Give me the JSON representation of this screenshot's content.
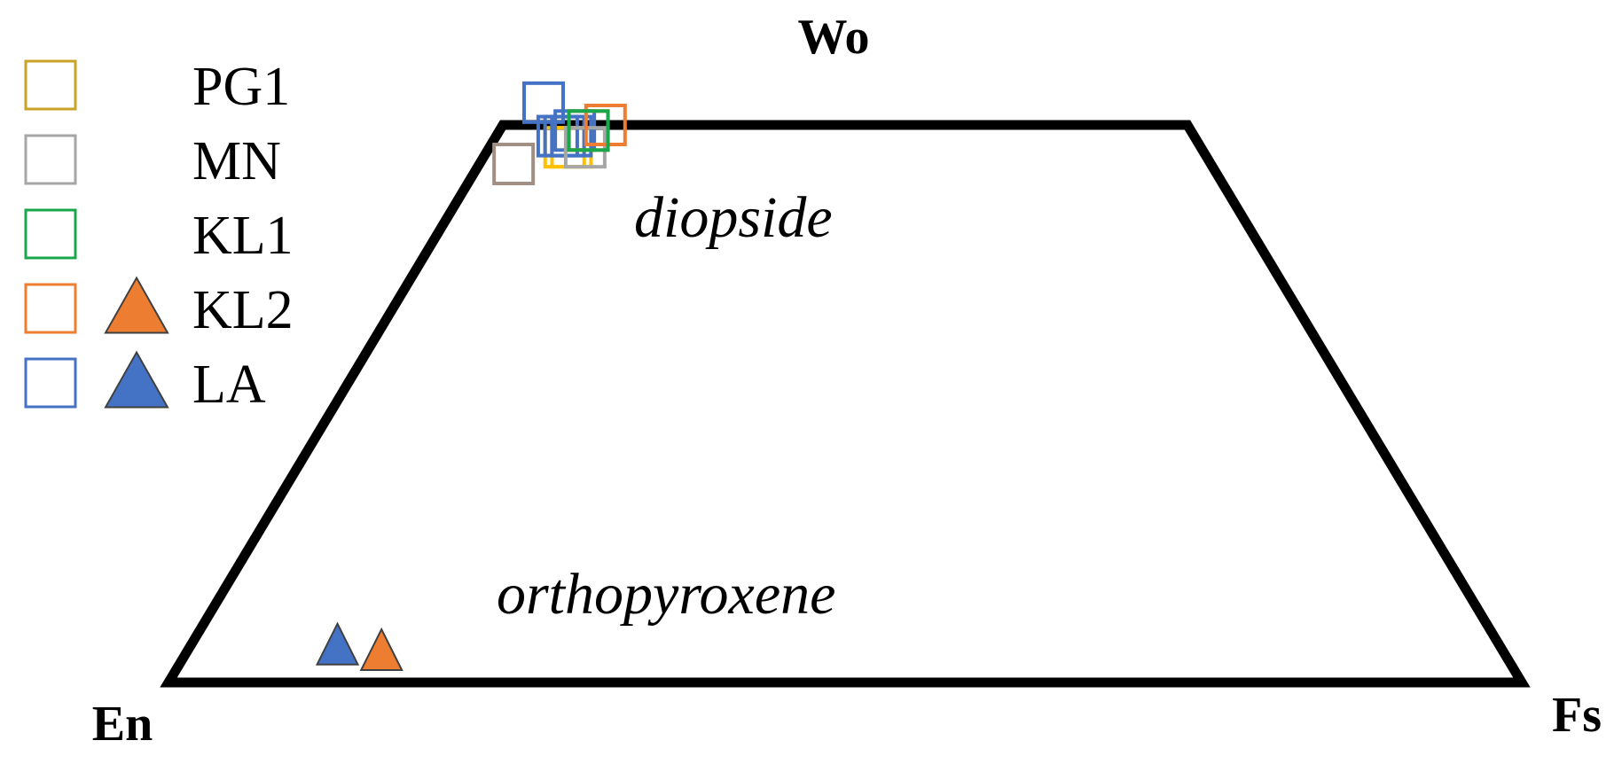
{
  "chart_data": {
    "type": "scatter",
    "diagram": "pyroxene quadrilateral (En-Wo-Fs)",
    "corners": {
      "top": "Wo",
      "bottom_left": "En",
      "bottom_right": "Fs"
    },
    "field_labels": {
      "upper": "diopside",
      "lower": "orthopyroxene"
    },
    "legend_placement": "top-left",
    "legend": [
      {
        "name": "PG1",
        "color": "#c9a227",
        "markers": [
          "square"
        ]
      },
      {
        "name": "MN",
        "color": "#a6a6a6",
        "markers": [
          "square"
        ]
      },
      {
        "name": "KL1",
        "color": "#1aa64a",
        "markers": [
          "square"
        ]
      },
      {
        "name": "KL2",
        "color": "#ed7d31",
        "markers": [
          "square",
          "triangle"
        ]
      },
      {
        "name": "LA",
        "color": "#4472c4",
        "markers": [
          "square",
          "triangle"
        ]
      }
    ],
    "colors": {
      "PG1": "#c9a227",
      "PG1_point": "#ffc000",
      "MN": "#a6a6a6",
      "KL1": "#1aa64a",
      "KL2": "#ed7d31",
      "LA": "#4472c4",
      "MN_point": "#a08f82",
      "triangle_outline": "#404040",
      "frame": "#000000"
    },
    "points": [
      {
        "series": "PG1",
        "marker": "square",
        "en": 46.5,
        "fs": 5.5,
        "wo": 48.0
      },
      {
        "series": "PG1",
        "marker": "square",
        "en": 46.0,
        "fs": 6.0,
        "wo": 48.0
      },
      {
        "series": "LA",
        "marker": "square",
        "en": 46.5,
        "fs": 4.5,
        "wo": 49.0
      },
      {
        "series": "LA",
        "marker": "square",
        "en": 46.0,
        "fs": 5.0,
        "wo": 49.0
      },
      {
        "series": "LA",
        "marker": "square",
        "en": 45.5,
        "fs": 5.5,
        "wo": 49.0
      },
      {
        "series": "LA",
        "marker": "square",
        "en": 45.0,
        "fs": 5.5,
        "wo": 49.5
      },
      {
        "series": "LA",
        "marker": "square",
        "en": 46.0,
        "fs": 2.0,
        "wo": 52.0
      },
      {
        "series": "MN",
        "marker": "square",
        "en": 45.0,
        "fs": 7.0,
        "wo": 48.0
      },
      {
        "series": "MN",
        "marker": "square",
        "en": 51.0,
        "fs": 2.5,
        "wo": 46.5
      },
      {
        "series": "KL2",
        "marker": "square",
        "en": 42.5,
        "fs": 7.5,
        "wo": 50.0
      },
      {
        "series": "KL2",
        "marker": "square",
        "en": 44.0,
        "fs": 6.5,
        "wo": 49.5
      },
      {
        "series": "KL1",
        "marker": "square",
        "en": 44.0,
        "fs": 6.5,
        "wo": 49.5
      },
      {
        "series": "LA",
        "marker": "triangle",
        "en": 86.0,
        "fs": 11.0,
        "wo": 3.0
      },
      {
        "series": "KL2",
        "marker": "triangle",
        "en": 83.0,
        "fs": 14.5,
        "wo": 2.5
      }
    ]
  }
}
